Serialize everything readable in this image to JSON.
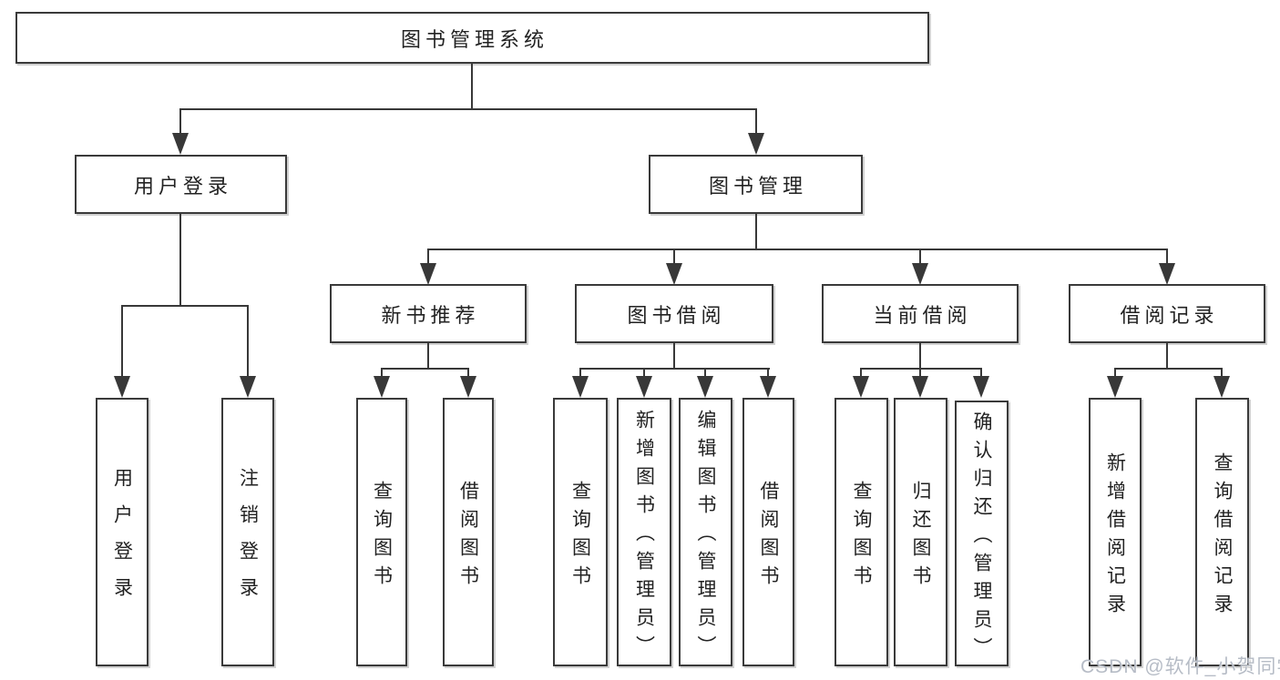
{
  "diagram_title": "图书管理系统",
  "colors": {
    "line": "#383838",
    "box_border": "#3a3a3a",
    "box_fill": "#ffffff",
    "text": "#222222",
    "watermark": "#b6bcc6"
  },
  "tree": {
    "root": {
      "label": "图书管理系统"
    },
    "branches": [
      {
        "label": "用户登录",
        "children": [
          {
            "label": "用户登录"
          },
          {
            "label": "注销登录"
          }
        ]
      },
      {
        "label": "图书管理",
        "children": [
          {
            "label": "新书推荐",
            "children": [
              {
                "label": "查询图书"
              },
              {
                "label": "借阅图书"
              }
            ]
          },
          {
            "label": "图书借阅",
            "children": [
              {
                "label": "查询图书"
              },
              {
                "label": "新增图书（管理员）"
              },
              {
                "label": "编辑图书（管理员）"
              },
              {
                "label": "借阅图书"
              }
            ]
          },
          {
            "label": "当前借阅",
            "children": [
              {
                "label": "查询图书"
              },
              {
                "label": "归还图书"
              },
              {
                "label": "确认归还（管理员）"
              }
            ]
          },
          {
            "label": "借阅记录",
            "children": [
              {
                "label": "新增借阅记录"
              },
              {
                "label": "查询借阅记录"
              }
            ]
          }
        ]
      }
    ]
  },
  "watermark": {
    "text": "CSDN @软件_小贺同学"
  }
}
